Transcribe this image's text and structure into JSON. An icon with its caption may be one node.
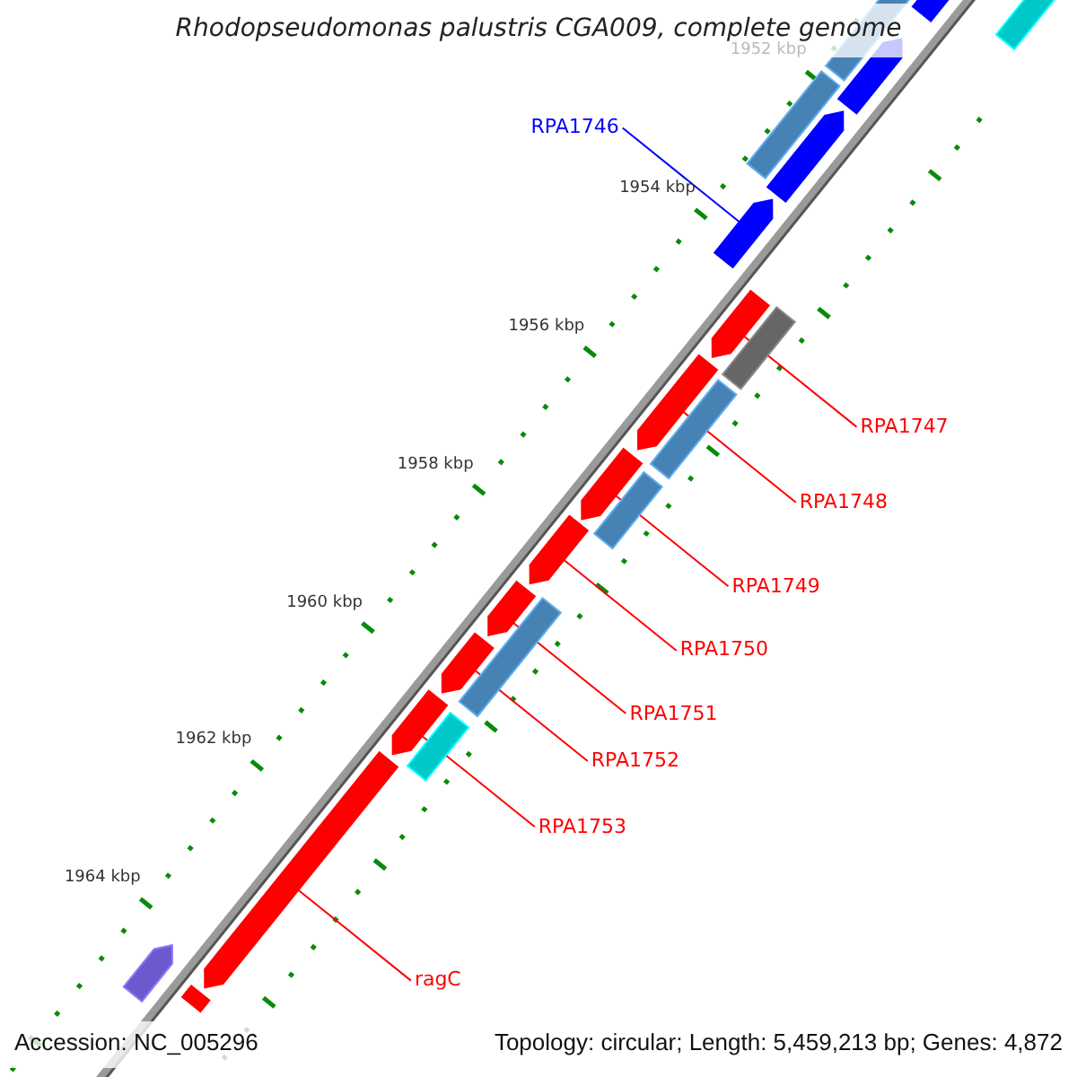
{
  "diagram": {
    "title": "Rhodopseudomonas palustris CGA009, complete genome",
    "nodes": [
      {
        "text": [
          "RPA1746"
        ]
      },
      {
        "text": [
          "RPA1747"
        ]
      },
      {
        "text": [
          "RPA1748"
        ]
      },
      {
        "text": [
          "RPA1749"
        ]
      },
      {
        "text": [
          "RPA1750"
        ]
      },
      {
        "text": [
          "RPA1751"
        ]
      },
      {
        "text": [
          "RPA1752"
        ]
      },
      {
        "text": [
          "RPA1753"
        ]
      },
      {
        "text": [
          "ragC"
        ]
      },
      {
        "text": [],
        "shape": "bar"
      },
      {
        "text": [],
        "shape": "bar"
      },
      {
        "text": [],
        "shape": "bar"
      },
      {
        "text": [],
        "shape": "bar"
      },
      {
        "text": [],
        "shape": "bar"
      },
      {
        "text": [],
        "shape": "bar"
      },
      {
        "text": [],
        "shape": "bar"
      },
      {
        "text": [],
        "shape": "bar"
      },
      {
        "text": [],
        "shape": "bar"
      },
      {
        "text": [],
        "shape": "bar"
      },
      {
        "text": [],
        "shape": "bar"
      },
      {
        "text": [],
        "shape": "bar"
      },
      {
        "text": [],
        "shape": "bar"
      },
      {
        "text": [],
        "shape": "bar"
      },
      {
        "text": [],
        "shape": "bar"
      },
      {
        "text": [],
        "shape": "bar"
      },
      {
        "text": [],
        "shape": "bar"
      },
      {
        "text": [],
        "shape": "bar"
      },
      {
        "text": [],
        "shape": "bar"
      },
      {
        "text": [],
        "shape": "bar"
      },
      {
        "text": [],
        "shape": "bar"
      },
      {
        "text": [],
        "shape": "bar"
      }
    ],
    "edges": [
      {
        "from": 0,
        "to": 15,
        "arrow": "none",
        "color": "#0000ff"
      },
      {
        "from": 1,
        "to": 17,
        "arrow": "none"
      },
      {
        "from": 2,
        "to": 18,
        "arrow": "none"
      },
      {
        "from": 3,
        "to": 20,
        "arrow": "none"
      },
      {
        "from": 4,
        "to": 22,
        "arrow": "none"
      },
      {
        "from": 5,
        "to": 24,
        "arrow": "none"
      },
      {
        "from": 6,
        "to": 25,
        "arrow": "none"
      },
      {
        "from": 7,
        "to": 26,
        "arrow": "none"
      },
      {
        "from": 8,
        "to": 28,
        "arrow": "none"
      }
    ],
    "labels": [
      "1952 kbp",
      "1954 kbp",
      "1956 kbp",
      "1958 kbp",
      "1960 kbp",
      "1962 kbp",
      "1964 kbp",
      "Accession: NC_005296",
      "Topology: circular; Length: 5,459,213 bp; Genes: 4,872"
    ]
  }
}
